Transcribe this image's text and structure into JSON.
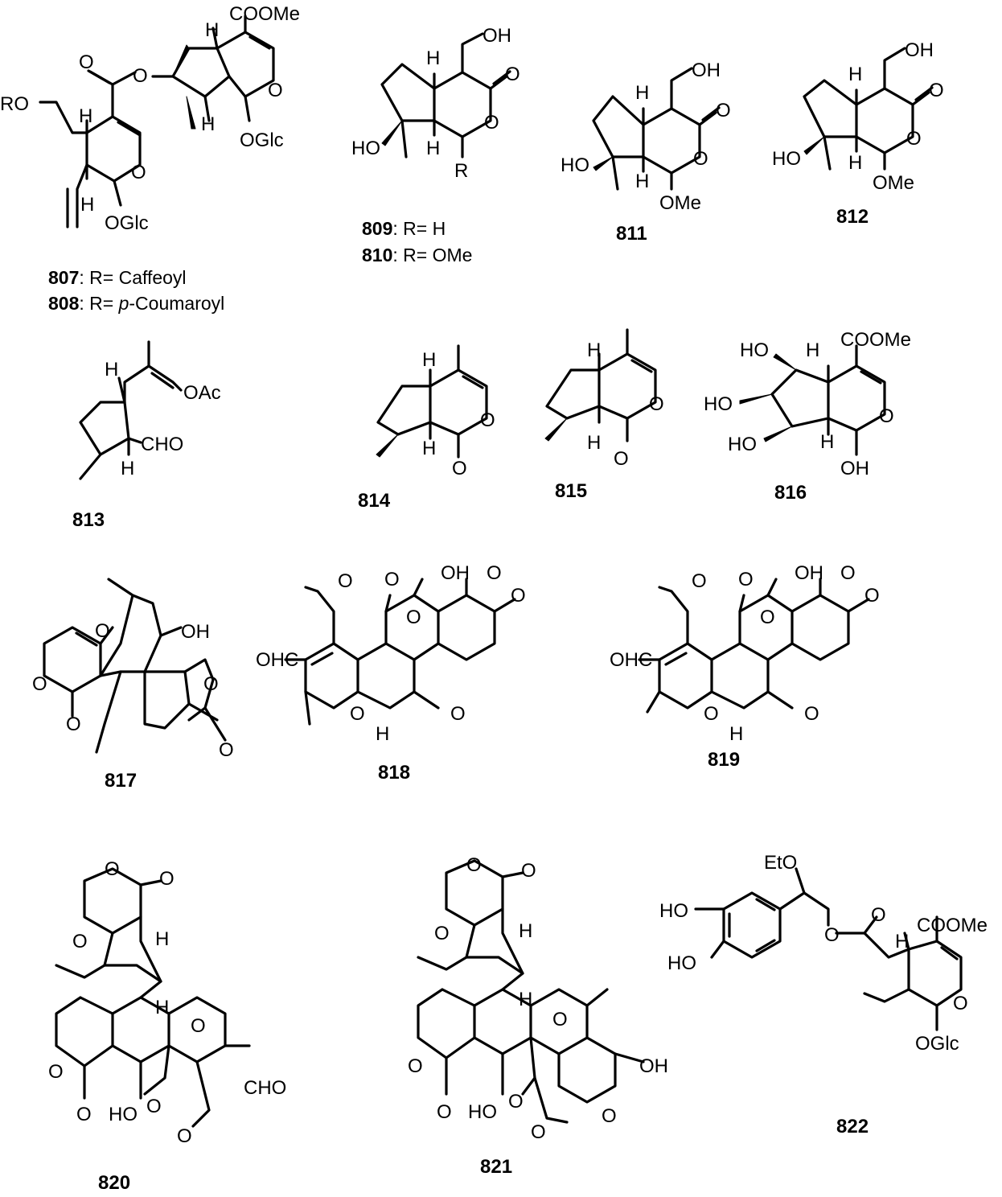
{
  "compounds": {
    "c807_808": {
      "caption_807_num": "807",
      "caption_807_text": ": R= Caffeoyl",
      "caption_808_num": "808",
      "caption_808_text_a": ": R= ",
      "caption_808_text_p": "p",
      "caption_808_text_b": "-Coumaroyl",
      "atoms": {
        "ro": "RO",
        "cooMe": "COOMe",
        "o_ester": "O",
        "o_link": "O",
        "h1": "H",
        "h2": "H",
        "h3": "H",
        "h4": "H",
        "o_ring1": "O",
        "o_ring2": "O",
        "oglc1": "OGlc",
        "oglc2": "OGlc"
      }
    },
    "c809_810": {
      "caption_809_num": "809",
      "caption_809_text": ": R= H",
      "caption_810_num": "810",
      "caption_810_text": ": R= OMe",
      "atoms": {
        "oh": "OH",
        "ho": "HO",
        "o_keto": "O",
        "o_ring": "O",
        "h1": "H",
        "h2": "H",
        "r": "R"
      }
    },
    "c811": {
      "label": "811",
      "atoms": {
        "oh": "OH",
        "ho": "HO",
        "o_keto": "O",
        "o_ring": "O",
        "h1": "H",
        "h2": "H",
        "ome": "OMe"
      }
    },
    "c812": {
      "label": "812",
      "atoms": {
        "oh": "OH",
        "ho": "HO",
        "o_keto": "O",
        "o_ring": "O",
        "h1": "H",
        "h2": "H",
        "ome": "OMe"
      }
    },
    "c813": {
      "label": "813",
      "atoms": {
        "h1": "H",
        "h2": "H",
        "oac": "OAc",
        "cho": "CHO"
      }
    },
    "c814": {
      "label": "814",
      "atoms": {
        "h1": "H",
        "h2": "H",
        "o_ring": "O",
        "o_keto": "O"
      }
    },
    "c815": {
      "label": "815",
      "atoms": {
        "h1": "H",
        "h2": "H",
        "o_ring": "O",
        "o_keto": "O"
      }
    },
    "c816": {
      "label": "816",
      "atoms": {
        "ho1": "HO",
        "ho2": "HO",
        "ho3": "HO",
        "h1": "H",
        "h2": "H",
        "cooMe": "COOMe",
        "o_ring": "O",
        "oh": "OH"
      }
    },
    "c817": {
      "label": "817",
      "atoms": {
        "o_bridge": "O",
        "oh": "OH",
        "o_ring1": "O",
        "o_keto1": "O",
        "o_ring2": "O",
        "o_keto2": "O"
      }
    },
    "c818": {
      "label": "818",
      "atoms": {
        "o1": "O",
        "o_keto1": "O",
        "oh": "OH",
        "o_keto2": "O",
        "o2": "O",
        "o3": "O",
        "ohc": "OHC",
        "o4": "O",
        "h": "H",
        "o_keto3": "O"
      }
    },
    "c819": {
      "label": "819",
      "atoms": {
        "o1": "O",
        "o_keto1": "O",
        "oh": "OH",
        "o_keto2": "O",
        "o2": "O",
        "o3": "O",
        "ohc": "OHC",
        "o4": "O",
        "h": "H",
        "o_keto3": "O"
      }
    },
    "c820": {
      "label": "820",
      "atoms": {
        "o1": "O",
        "o_keto1": "O",
        "o2": "O",
        "h1": "H",
        "h2": "H",
        "o3": "O",
        "o4": "O",
        "o_keto2": "O",
        "ho": "HO",
        "o5": "O",
        "o6": "O",
        "cho": "CHO"
      }
    },
    "c821": {
      "label": "821",
      "atoms": {
        "o1": "O",
        "o_keto1": "O",
        "o2": "O",
        "h1": "H",
        "h2": "H",
        "o3": "O",
        "o4": "O",
        "o_keto2": "O",
        "ho": "HO",
        "o5": "O",
        "o6": "O",
        "oh": "OH",
        "o7": "O"
      }
    },
    "c822": {
      "label": "822",
      "atoms": {
        "eto": "EtO",
        "ho1": "HO",
        "ho2": "HO",
        "o_ester": "O",
        "o_keto": "O",
        "h": "H",
        "cooMe": "COOMe",
        "o_ring": "O",
        "oglc": "OGlc"
      }
    }
  }
}
